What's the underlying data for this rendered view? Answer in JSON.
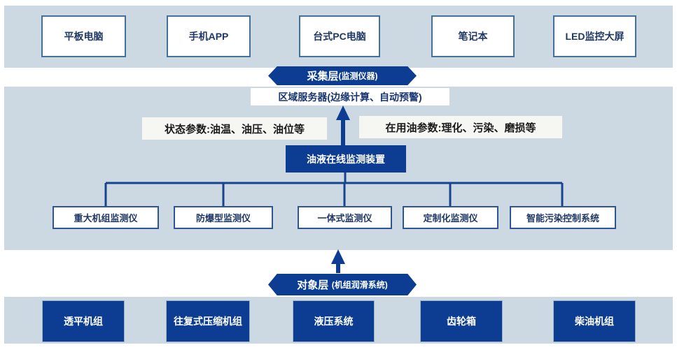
{
  "colors": {
    "band_background": "#ccd8e2",
    "dark_navy": "#0c3d92",
    "connector_line": "#17448e",
    "white_box_border": "#41719c",
    "monitor_box_border": "#2f5597",
    "navy_text": "#1f3864",
    "param_label_bg": "#f6f6f3"
  },
  "display_layer": {
    "devices": [
      "平板电脑",
      "手机APP",
      "台式PC电脑",
      "笔记本",
      "LED监控大屏"
    ]
  },
  "collection_layer": {
    "banner_main": "采集层",
    "banner_sub": "(监测仪器)",
    "server": "区域服务器(边缘计算、自动预警)",
    "param_left": "状态参数:油温、油压、油位等",
    "param_right": "在用油参数:理化、污染、磨损等",
    "device": "油液在线监测装置",
    "monitors": [
      "重大机组监测仪",
      "防爆型监测仪",
      "一体式监测仪",
      "定制化监测仪",
      "智能污染控制系统"
    ]
  },
  "object_layer": {
    "banner_main": "对象层",
    "banner_sub": "(机组润滑系统)",
    "machines": [
      "透平机组",
      "往复式压缩机组",
      "液压系统",
      "齿轮箱",
      "柴油机组"
    ]
  }
}
